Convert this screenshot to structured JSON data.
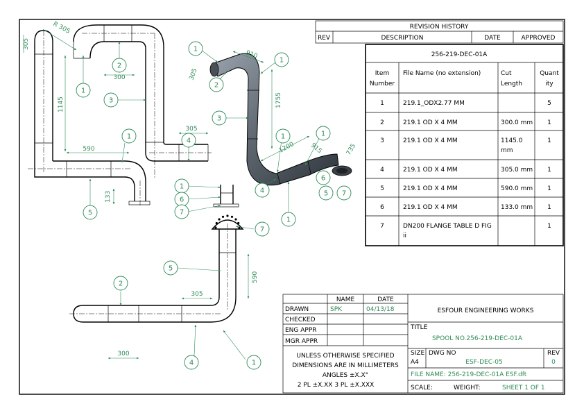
{
  "revision": {
    "title": "REVISION HISTORY",
    "columns": [
      "REV",
      "DESCRIPTION",
      "DATE",
      "APPROVED"
    ]
  },
  "bom": {
    "title": "256-219-DEC-01A",
    "headers": {
      "item": [
        "Item",
        "Number"
      ],
      "file": "File Name (no extension)",
      "cut": [
        "Cut",
        "Length"
      ],
      "qty": [
        "Quant",
        "ity"
      ]
    },
    "rows": [
      {
        "item": "1",
        "file": [
          "219.1_ODX2.77 MM"
        ],
        "cut": [
          ""
        ],
        "qty": "5"
      },
      {
        "item": "2",
        "file": [
          "219.1 OD X 4 MM"
        ],
        "cut": [
          "300.0 mm"
        ],
        "qty": "1"
      },
      {
        "item": "3",
        "file": [
          "219.1 OD X 4 MM"
        ],
        "cut": [
          "1145.0",
          "mm"
        ],
        "qty": "1"
      },
      {
        "item": "4",
        "file": [
          "219.1 OD X 4 MM"
        ],
        "cut": [
          "305.0 mm"
        ],
        "qty": "1"
      },
      {
        "item": "5",
        "file": [
          "219.1 OD X 4 MM"
        ],
        "cut": [
          "590.0 mm"
        ],
        "qty": "1"
      },
      {
        "item": "6",
        "file": [
          "219.1 OD X 4 MM"
        ],
        "cut": [
          "133.0 mm"
        ],
        "qty": "1"
      },
      {
        "item": "7",
        "file": [
          "DN200 FLANGE TABLE D FIG",
          "ii"
        ],
        "cut": [
          ""
        ],
        "qty": "1"
      }
    ]
  },
  "titleblock": {
    "name_hdr": "NAME",
    "date_hdr": "DATE",
    "drawn": "DRAWN",
    "drawn_name": "SPK",
    "drawn_date": "04/13/18",
    "checked": "CHECKED",
    "eng_appr": "ENG APPR",
    "mgr_appr": "MGR APPR",
    "company": "ESFOUR ENGINEERING WORKS",
    "title_label": "TITLE",
    "title_value": "SPOOL NO.256-219-DEC-01A",
    "notes": [
      "UNLESS OTHERWISE SPECIFIED",
      "DIMENSIONS ARE IN MILLIMETERS",
      "ANGLES ±X.X°",
      "2 PL ±X.XX 3 PL ±X.XXX"
    ],
    "size_label": "SIZE",
    "size_value": "A4",
    "dwg_label": "DWG NO",
    "dwg_value": "ESF-DEC-05",
    "rev_label": "REV",
    "rev_value": "0",
    "file_name": "FILE NAME: 256-219-DEC-01A ESF.dft",
    "scale": "SCALE:",
    "weight": "WEIGHT:",
    "sheet": "SHEET 1 OF 1"
  },
  "dimensions": {
    "r305": "R 305",
    "d305_left": "305",
    "d300_top": "300",
    "d1145": "1145",
    "d590": "590",
    "d133": "133",
    "d305_mid": "305",
    "d910": "910",
    "d305_iso": "305",
    "d1755": "1755",
    "d1200": "1200",
    "d915": "915",
    "d735": "735",
    "d590_bottom": "590",
    "d305_bottom": "305",
    "d300_bottom": "300"
  },
  "balloons": {
    "tv_1a": "1",
    "tv_2": "2",
    "tv_3": "3",
    "tv_1b": "1",
    "tv_4": "4",
    "tv_5": "5",
    "tv_1c": "1",
    "tv_6": "6",
    "tv_7": "7",
    "iso_1a": "1",
    "iso_2": "2",
    "iso_1b": "1",
    "iso_3": "3",
    "iso_1c": "1",
    "iso_1d": "1",
    "iso_4": "4",
    "iso_6": "6",
    "iso_5": "5",
    "iso_7": "7",
    "iso_1e": "1",
    "bv_7": "7",
    "bv_5": "5",
    "bv_2": "2",
    "bv_4": "4",
    "bv_1": "1"
  }
}
